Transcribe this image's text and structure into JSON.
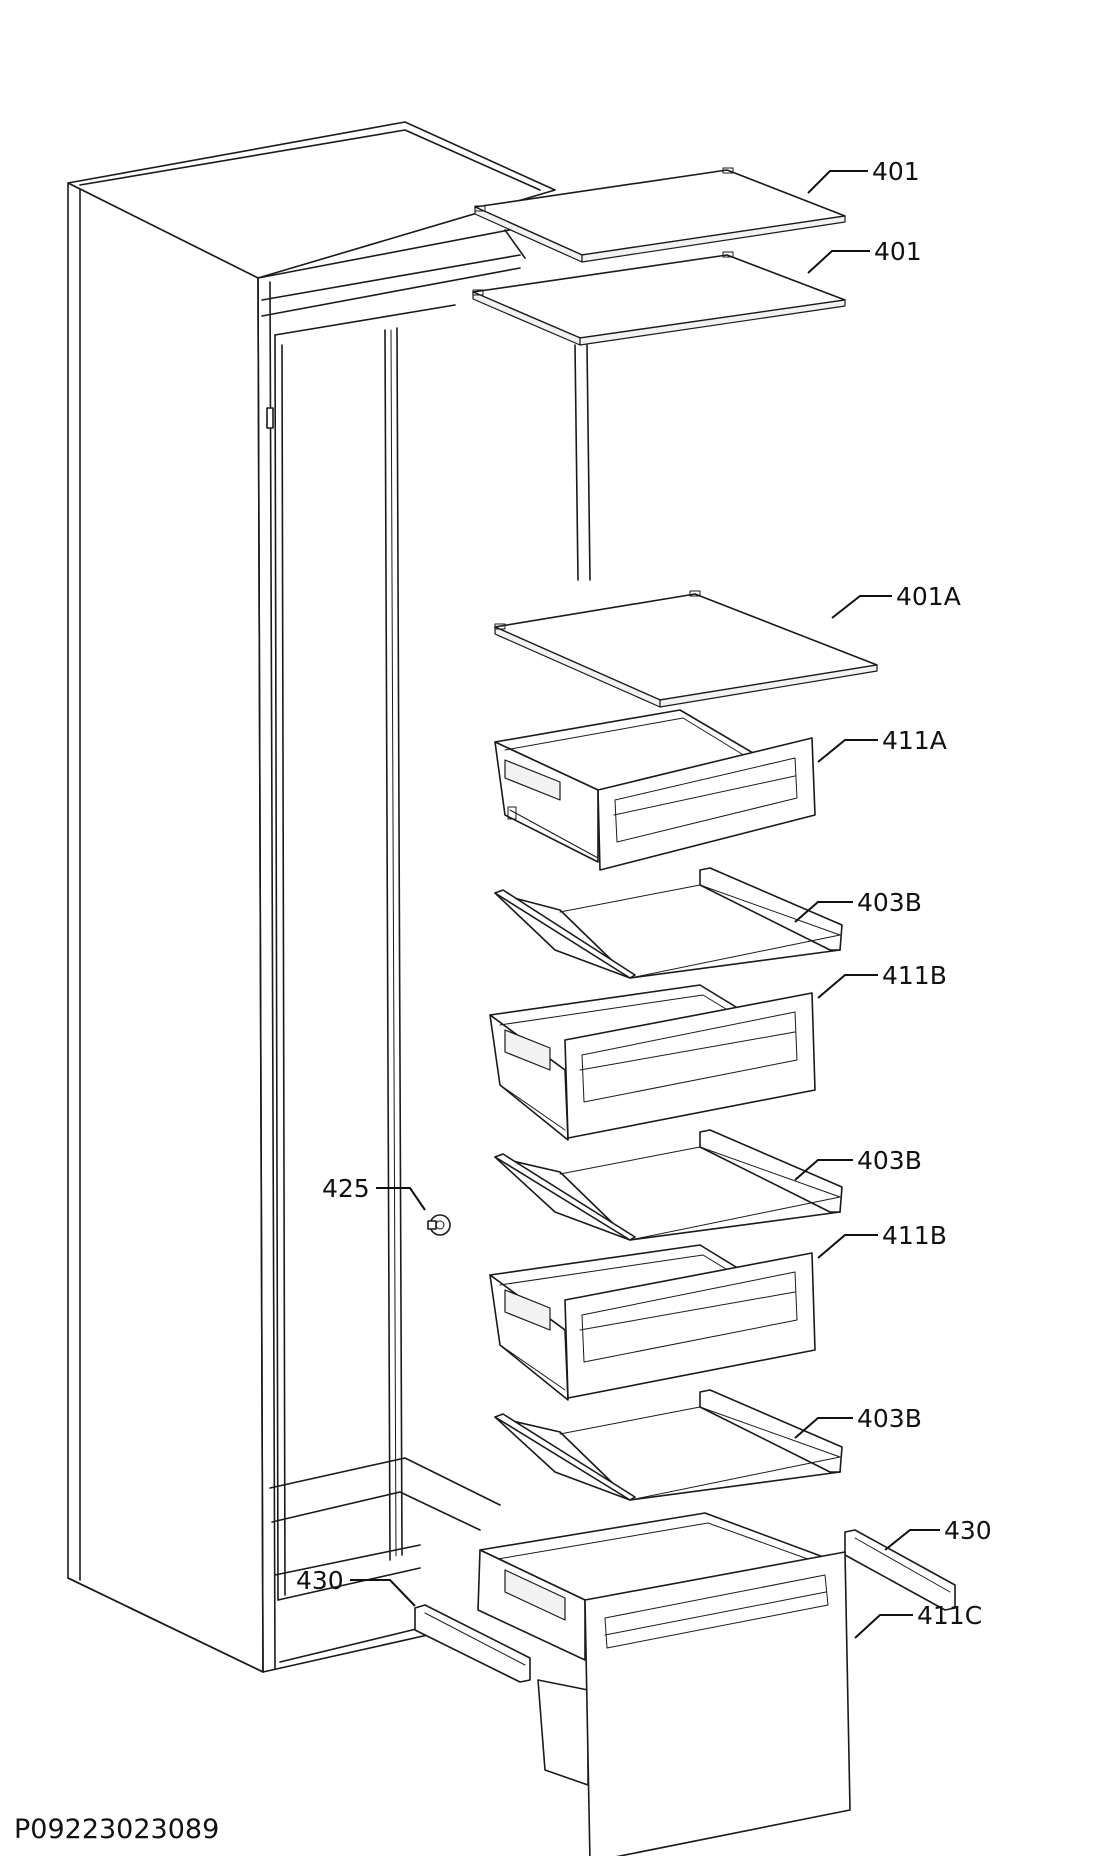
{
  "diagram": {
    "callouts": {
      "shelf_top_1": "401",
      "shelf_top_2": "401",
      "shelf_glass": "401A",
      "drawer_1": "411A",
      "rail_1": "403B",
      "drawer_2": "411B",
      "rail_2": "403B",
      "drawer_3": "411B",
      "rail_3": "403B",
      "bracket_right": "430",
      "bracket_left": "430",
      "drawer_bottom": "411C",
      "fastener": "425"
    },
    "reference_code": "P09223023089"
  }
}
